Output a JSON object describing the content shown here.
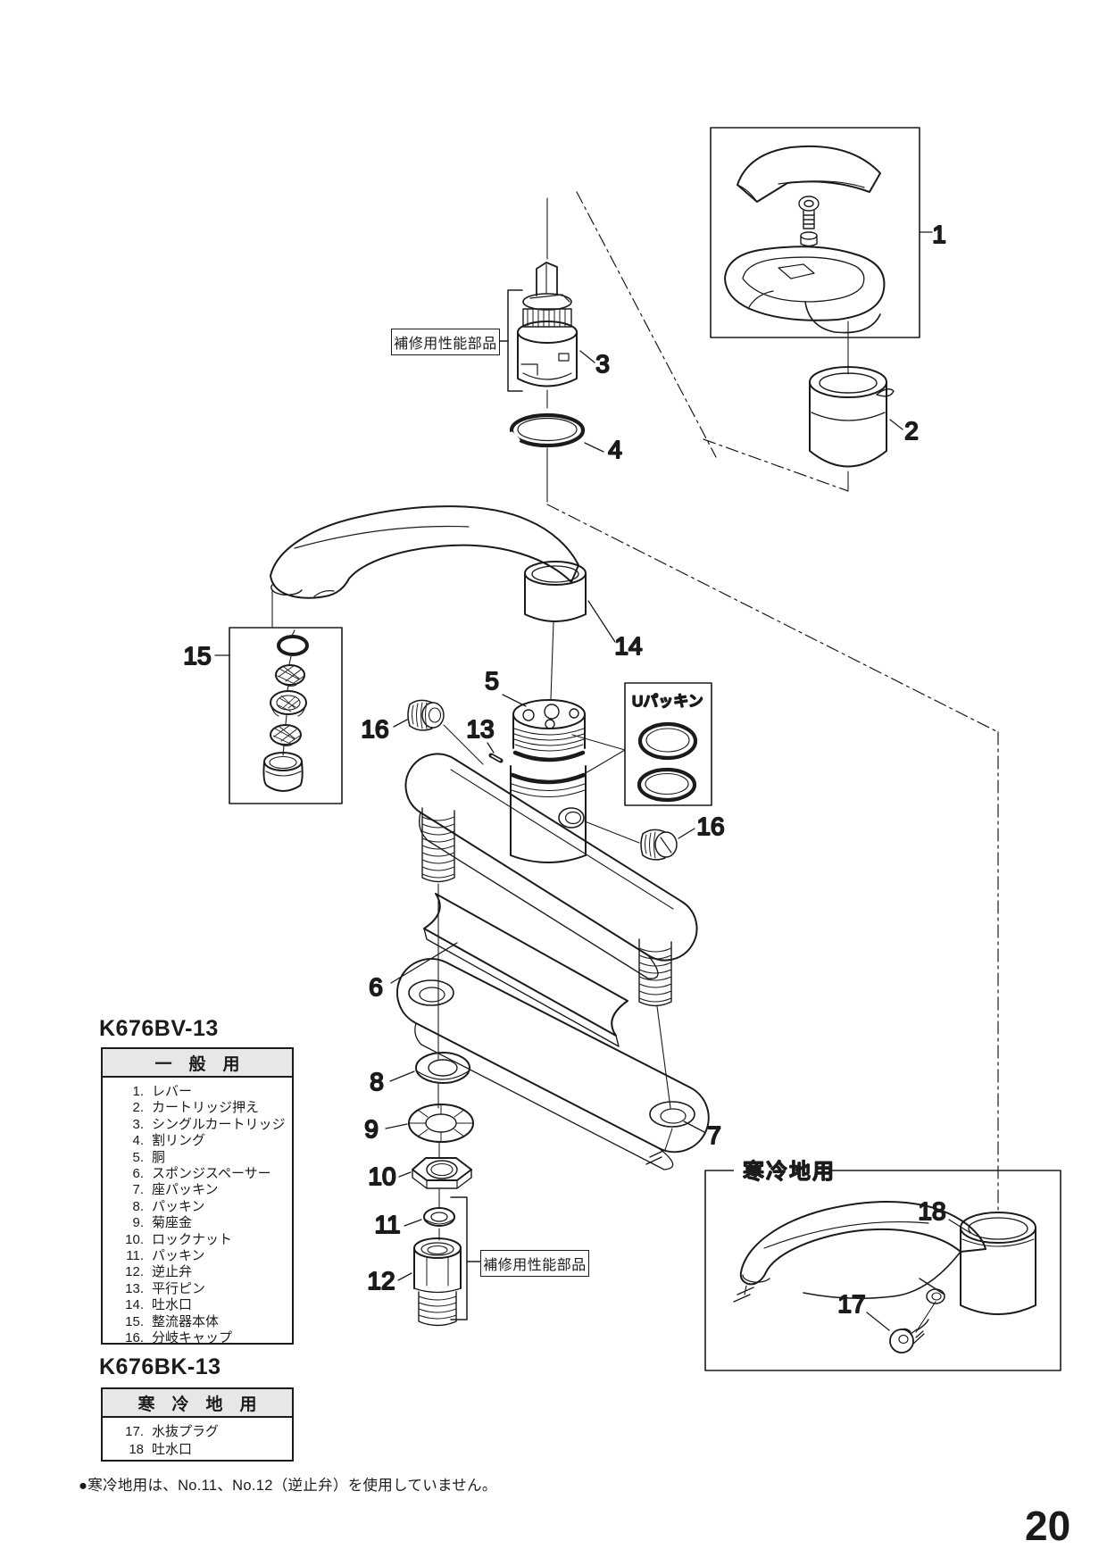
{
  "page": {
    "number": "20"
  },
  "labels": {
    "repair_part": "補修用性能部品",
    "u_packing": "Uパッキン",
    "cold_region_box": "寒冷地用"
  },
  "callouts": {
    "n1": "1",
    "n2": "2",
    "n3": "3",
    "n4": "4",
    "n5": "5",
    "n6": "6",
    "n7": "7",
    "n8": "8",
    "n9": "9",
    "n10": "10",
    "n11": "11",
    "n12": "12",
    "n13": "13",
    "n14": "14",
    "n15": "15",
    "n16": "16",
    "n17": "17",
    "n18": "18"
  },
  "tables": {
    "general": {
      "model": "K676BV-13",
      "header": "一　般　用",
      "items": [
        {
          "no": "1.",
          "name": "レバー"
        },
        {
          "no": "2.",
          "name": "カートリッジ押え"
        },
        {
          "no": "3.",
          "name": "シングルカートリッジ"
        },
        {
          "no": "4.",
          "name": "割リング"
        },
        {
          "no": "5.",
          "name": "胴"
        },
        {
          "no": "6.",
          "name": "スポンジスペーサー"
        },
        {
          "no": "7.",
          "name": "座パッキン"
        },
        {
          "no": "8.",
          "name": "パッキン"
        },
        {
          "no": "9.",
          "name": "菊座金"
        },
        {
          "no": "10.",
          "name": "ロックナット"
        },
        {
          "no": "11.",
          "name": "パッキン"
        },
        {
          "no": "12.",
          "name": "逆止弁"
        },
        {
          "no": "13.",
          "name": "平行ピン"
        },
        {
          "no": "14.",
          "name": "吐水口"
        },
        {
          "no": "15.",
          "name": "整流器本体"
        },
        {
          "no": "16.",
          "name": "分岐キャップ"
        }
      ]
    },
    "cold": {
      "model": "K676BK-13",
      "header": "寒　冷　地　用",
      "items": [
        {
          "no": "17.",
          "name": "水抜プラグ"
        },
        {
          "no": "18",
          "name": "吐水口"
        }
      ]
    }
  },
  "note": "●寒冷地用は、No.11、No.12（逆止弁）を使用していません。"
}
